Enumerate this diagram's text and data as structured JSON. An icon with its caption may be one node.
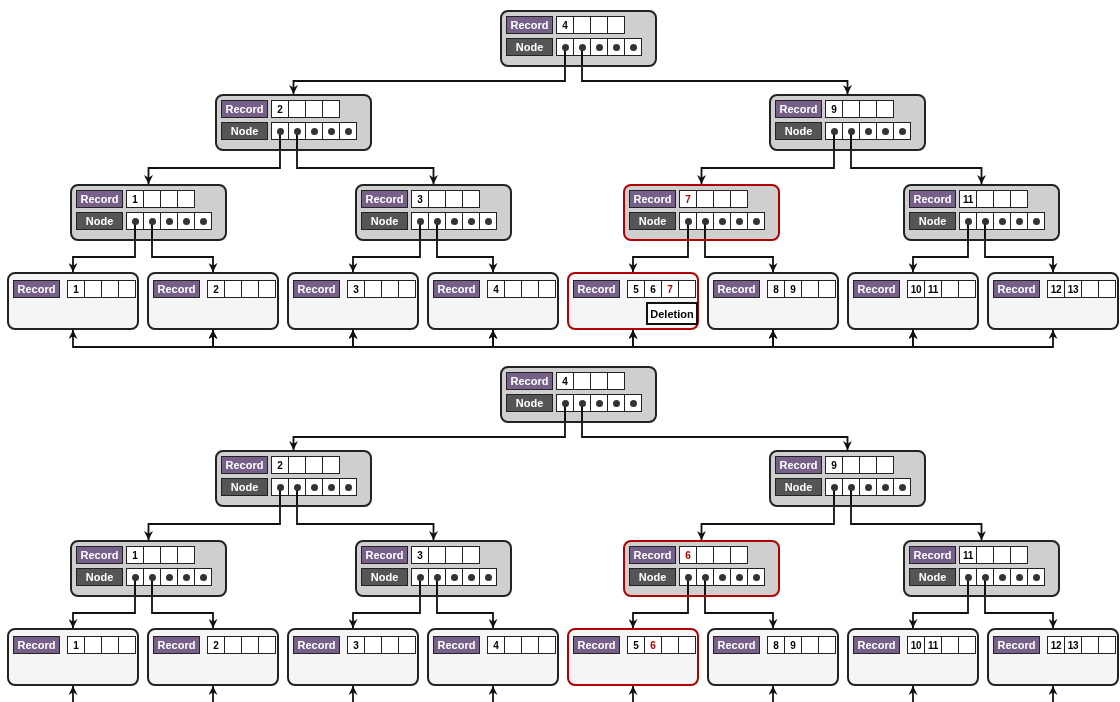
{
  "diagram": {
    "nodes": [
      {
        "text": [
          "Record",
          "4",
          "Node"
        ]
      },
      {
        "text": [
          "Record",
          "2",
          "Node"
        ]
      },
      {
        "text": [
          "Record",
          "9",
          "Node"
        ]
      },
      {
        "text": [
          "Record",
          "1",
          "Node"
        ]
      },
      {
        "text": [
          "Record",
          "3",
          "Node"
        ]
      },
      {
        "text": [
          "Record",
          "7",
          "Node"
        ]
      },
      {
        "text": [
          "Record",
          "11",
          "Node"
        ]
      },
      {
        "text": [
          "Record",
          "1"
        ]
      },
      {
        "text": [
          "Record",
          "2"
        ]
      },
      {
        "text": [
          "Record",
          "3"
        ]
      },
      {
        "text": [
          "Record",
          "4"
        ]
      },
      {
        "text": [
          "Record",
          "5",
          "6",
          "7"
        ]
      },
      {
        "text": [
          "Deletion"
        ],
        "in": 11
      },
      {
        "text": [
          "Record",
          "8",
          "9"
        ]
      },
      {
        "text": [
          "Record",
          "10",
          "11"
        ]
      },
      {
        "text": [
          "Record",
          "12",
          "13"
        ]
      },
      {
        "text": [
          "Record",
          "4",
          "Node"
        ]
      },
      {
        "text": [
          "Record",
          "2",
          "Node"
        ]
      },
      {
        "text": [
          "Record",
          "9",
          "Node"
        ]
      },
      {
        "text": [
          "Record",
          "1",
          "Node"
        ]
      },
      {
        "text": [
          "Record",
          "3",
          "Node"
        ]
      },
      {
        "text": [
          "Record",
          "6",
          "Node"
        ]
      },
      {
        "text": [
          "Record",
          "11",
          "Node"
        ]
      },
      {
        "text": [
          "Record",
          "1"
        ]
      },
      {
        "text": [
          "Record",
          "2"
        ]
      },
      {
        "text": [
          "Record",
          "3"
        ]
      },
      {
        "text": [
          "Record",
          "4"
        ]
      },
      {
        "text": [
          "Record",
          "5",
          "6"
        ]
      },
      {
        "text": [
          "Record",
          "8",
          "9"
        ]
      },
      {
        "text": [
          "Record",
          "10",
          "11"
        ]
      },
      {
        "text": [
          "Record",
          "12",
          "13"
        ]
      }
    ],
    "edges": [
      {
        "from": 0,
        "to": 1,
        "arrow": "to"
      },
      {
        "from": 0,
        "to": 2,
        "arrow": "to"
      },
      {
        "from": 1,
        "to": 3,
        "arrow": "to"
      },
      {
        "from": 1,
        "to": 4,
        "arrow": "to"
      },
      {
        "from": 2,
        "to": 5,
        "arrow": "to"
      },
      {
        "from": 2,
        "to": 6,
        "arrow": "to"
      },
      {
        "from": 3,
        "to": 7,
        "arrow": "to"
      },
      {
        "from": 3,
        "to": 8,
        "arrow": "to"
      },
      {
        "from": 4,
        "to": 9,
        "arrow": "to"
      },
      {
        "from": 4,
        "to": 10,
        "arrow": "to"
      },
      {
        "from": 5,
        "to": 11,
        "arrow": "to"
      },
      {
        "from": 5,
        "to": 13,
        "arrow": "to"
      },
      {
        "from": 6,
        "to": 14,
        "arrow": "to"
      },
      {
        "from": 6,
        "to": 15,
        "arrow": "to"
      },
      {
        "from": 7,
        "to": 8,
        "arrow": "both"
      },
      {
        "from": 8,
        "to": 9,
        "arrow": "both"
      },
      {
        "from": 9,
        "to": 10,
        "arrow": "both"
      },
      {
        "from": 10,
        "to": 11,
        "arrow": "both"
      },
      {
        "from": 11,
        "to": 13,
        "arrow": "both"
      },
      {
        "from": 13,
        "to": 14,
        "arrow": "both"
      },
      {
        "from": 14,
        "to": 15,
        "arrow": "both"
      },
      {
        "from": 16,
        "to": 17,
        "arrow": "to"
      },
      {
        "from": 16,
        "to": 18,
        "arrow": "to"
      },
      {
        "from": 17,
        "to": 19,
        "arrow": "to"
      },
      {
        "from": 17,
        "to": 20,
        "arrow": "to"
      },
      {
        "from": 18,
        "to": 21,
        "arrow": "to"
      },
      {
        "from": 18,
        "to": 22,
        "arrow": "to"
      },
      {
        "from": 19,
        "to": 23,
        "arrow": "to"
      },
      {
        "from": 19,
        "to": 24,
        "arrow": "to"
      },
      {
        "from": 20,
        "to": 25,
        "arrow": "to"
      },
      {
        "from": 20,
        "to": 26,
        "arrow": "to"
      },
      {
        "from": 21,
        "to": 27,
        "arrow": "to"
      },
      {
        "from": 21,
        "to": 28,
        "arrow": "to"
      },
      {
        "from": 22,
        "to": 29,
        "arrow": "to"
      },
      {
        "from": 22,
        "to": 30,
        "arrow": "to"
      },
      {
        "from": null,
        "to": 23,
        "arrow": "to"
      },
      {
        "from": null,
        "to": 24,
        "arrow": "to"
      },
      {
        "from": null,
        "to": 25,
        "arrow": "to"
      },
      {
        "from": null,
        "to": 26,
        "arrow": "to"
      },
      {
        "from": null,
        "to": 27,
        "arrow": "to"
      },
      {
        "from": null,
        "to": 28,
        "arrow": "to"
      },
      {
        "from": null,
        "to": 29,
        "arrow": "to"
      },
      {
        "from": null,
        "to": 30,
        "arrow": "to"
      }
    ]
  }
}
